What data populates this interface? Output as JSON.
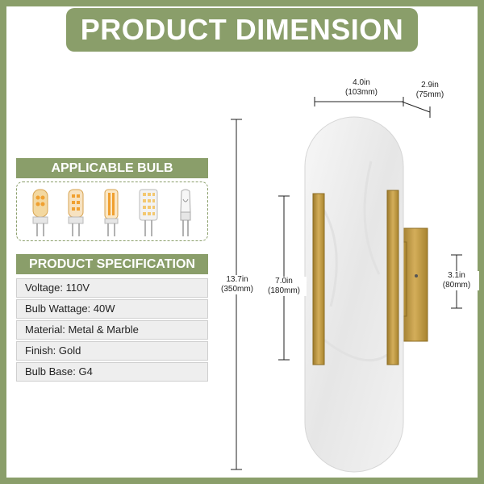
{
  "title": "PRODUCT DIMENSION",
  "sections": {
    "bulb_header": "APPLICABLE BULB",
    "spec_header": "PRODUCT SPECIFICATION"
  },
  "bulbs": [
    "led-g4-bulb-warm",
    "led-g4-bulb-cool",
    "led-g4-bulb-tall",
    "led-corn-bulb",
    "halogen-g4-bulb"
  ],
  "specs": [
    "Voltage: 110V",
    "Bulb Wattage: 40W",
    "Material: Metal & Marble",
    "Finish: Gold",
    "Bulb Base: G4"
  ],
  "dimensions": {
    "width_in": "4.0in",
    "width_mm": "(103mm)",
    "depth_in": "2.9in",
    "depth_mm": "(75mm)",
    "height_in": "13.7in",
    "height_mm": "(350mm)",
    "bracket_in": "7.0in",
    "bracket_mm": "(180mm)",
    "plate_in": "3.1in",
    "plate_mm": "(80mm)"
  },
  "colors": {
    "accent": "#8a9e6a",
    "gold": "#b8923a",
    "marble": "#eeeeee"
  }
}
